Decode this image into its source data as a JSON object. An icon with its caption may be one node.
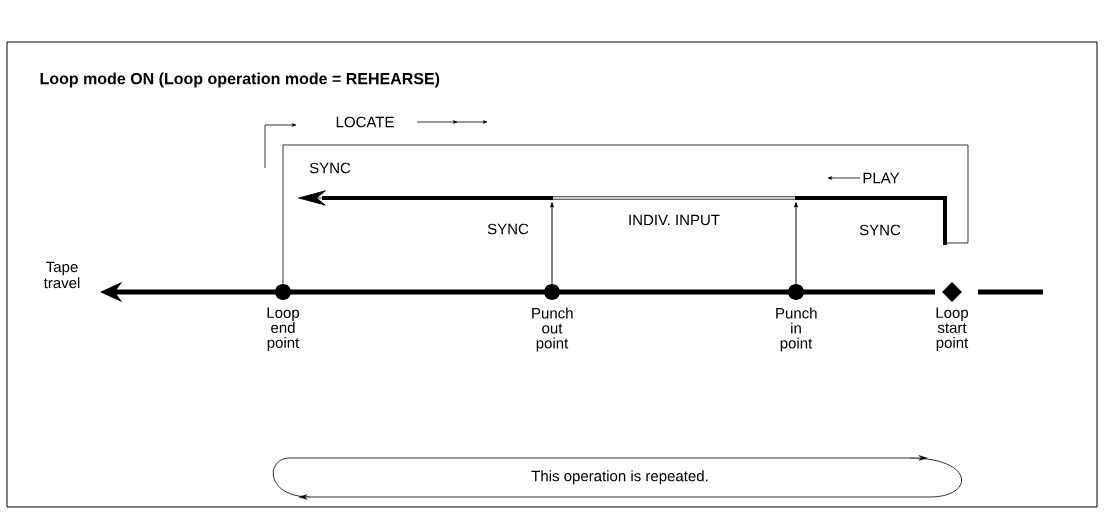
{
  "diagram": {
    "title": "Loop mode ON  (Loop operation mode = REHEARSE)",
    "nodes": [
      {
        "text": [],
        "shape": "circle",
        "beside": [
          "Loop end point"
        ]
      },
      {
        "text": [],
        "shape": "circle",
        "beside": [
          "Punch out point"
        ]
      },
      {
        "text": [],
        "shape": "circle",
        "beside": [
          "Punch in point"
        ]
      },
      {
        "text": [],
        "shape": "diamond",
        "beside": [
          "Loop start point"
        ]
      },
      {
        "text": [
          "This operation is repeated."
        ]
      }
    ],
    "edges": [
      {
        "from": 0,
        "to": null,
        "arrow": "to"
      },
      {
        "from": 1,
        "to": null,
        "arrow": "to"
      },
      {
        "from": 2,
        "to": null,
        "arrow": "to"
      }
    ],
    "labels": [
      "LOCATE",
      "SYNC",
      "PLAY",
      "SYNC",
      "INDIV. INPUT",
      "SYNC",
      "Tape travel"
    ]
  }
}
